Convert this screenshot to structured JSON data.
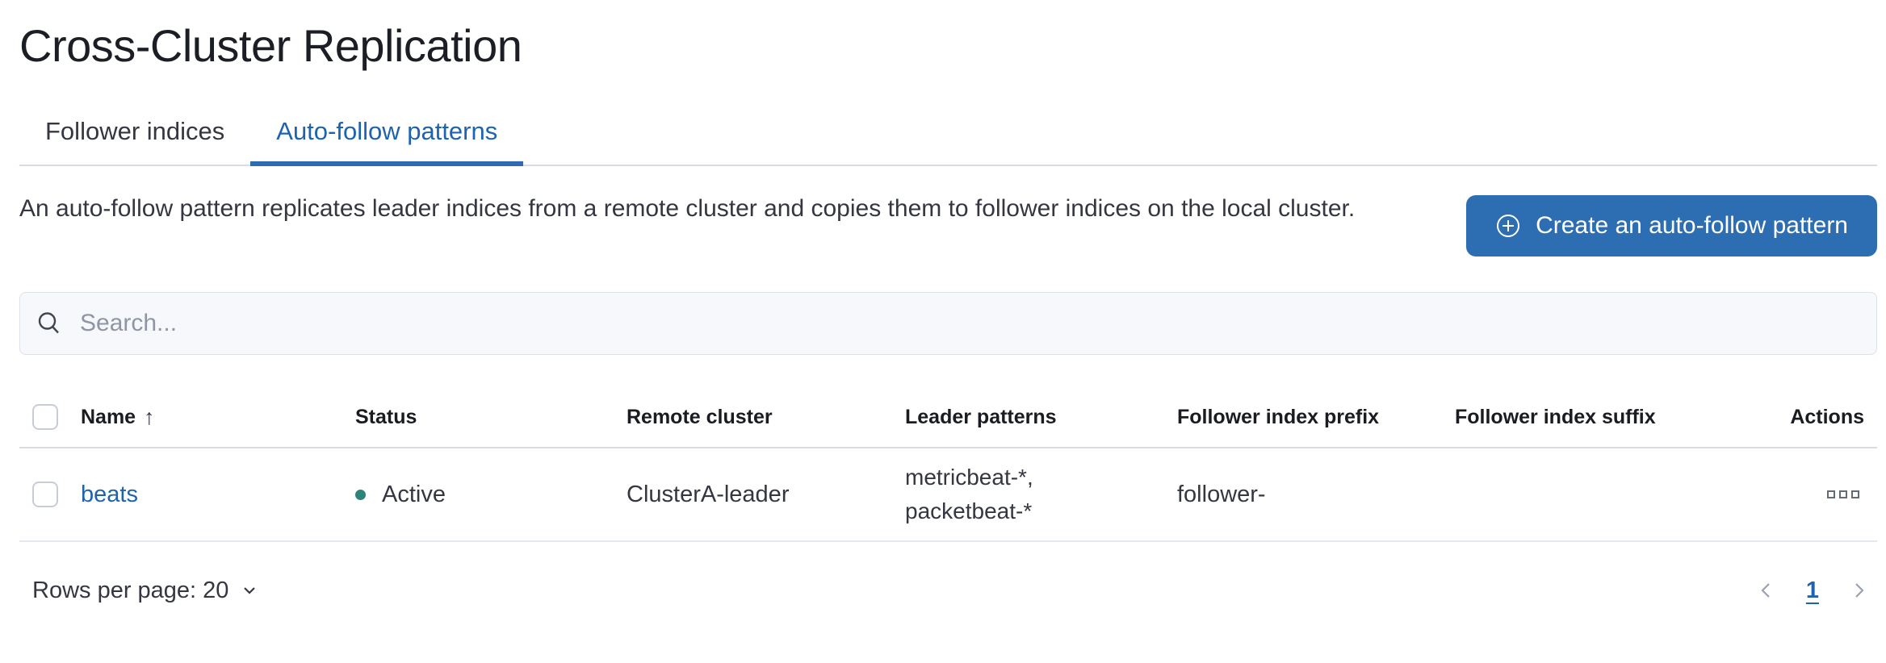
{
  "page": {
    "title": "Cross-Cluster Replication"
  },
  "tabs": [
    {
      "label": "Follower indices",
      "active": false
    },
    {
      "label": "Auto-follow patterns",
      "active": true
    }
  ],
  "intro": {
    "description": "An auto-follow pattern replicates leader indices from a remote cluster and copies them to follower indices on the local cluster.",
    "create_button_label": "Create an auto-follow pattern",
    "create_button_icon": "plus-in-circle-icon"
  },
  "search": {
    "placeholder": "Search...",
    "value": "",
    "icon": "search-icon"
  },
  "table": {
    "columns": {
      "name": "Name",
      "status": "Status",
      "remote_cluster": "Remote cluster",
      "leader_patterns": "Leader patterns",
      "follower_index_prefix": "Follower index prefix",
      "follower_index_suffix": "Follower index suffix",
      "actions": "Actions"
    },
    "sort": {
      "column": "Name",
      "direction": "ascending",
      "arrow": "↑"
    },
    "rows": [
      {
        "name": "beats",
        "status": "Active",
        "status_color": "#2e8577",
        "remote_cluster": "ClusterA-leader",
        "leader_patterns": "metricbeat-*,\npacketbeat-*",
        "follower_index_prefix": "follower-",
        "follower_index_suffix": "",
        "actions_icon": "boxes-horizontal-icon"
      }
    ]
  },
  "footer": {
    "rows_per_page_label": "Rows per page: 20",
    "pagination": {
      "current_page": "1",
      "prev_icon": "chevron-left-icon",
      "next_icon": "chevron-right-icon"
    }
  },
  "colors": {
    "primary_button": "#2d6db2",
    "link": "#1e63b0",
    "tab_underline": "#2d6cb3",
    "status_active": "#2e8577",
    "text": "#343741",
    "heading": "#1a1c21",
    "header_border": "#d9dce8",
    "row_border": "#e3e7f1",
    "search_background": "#f7f8fc"
  }
}
